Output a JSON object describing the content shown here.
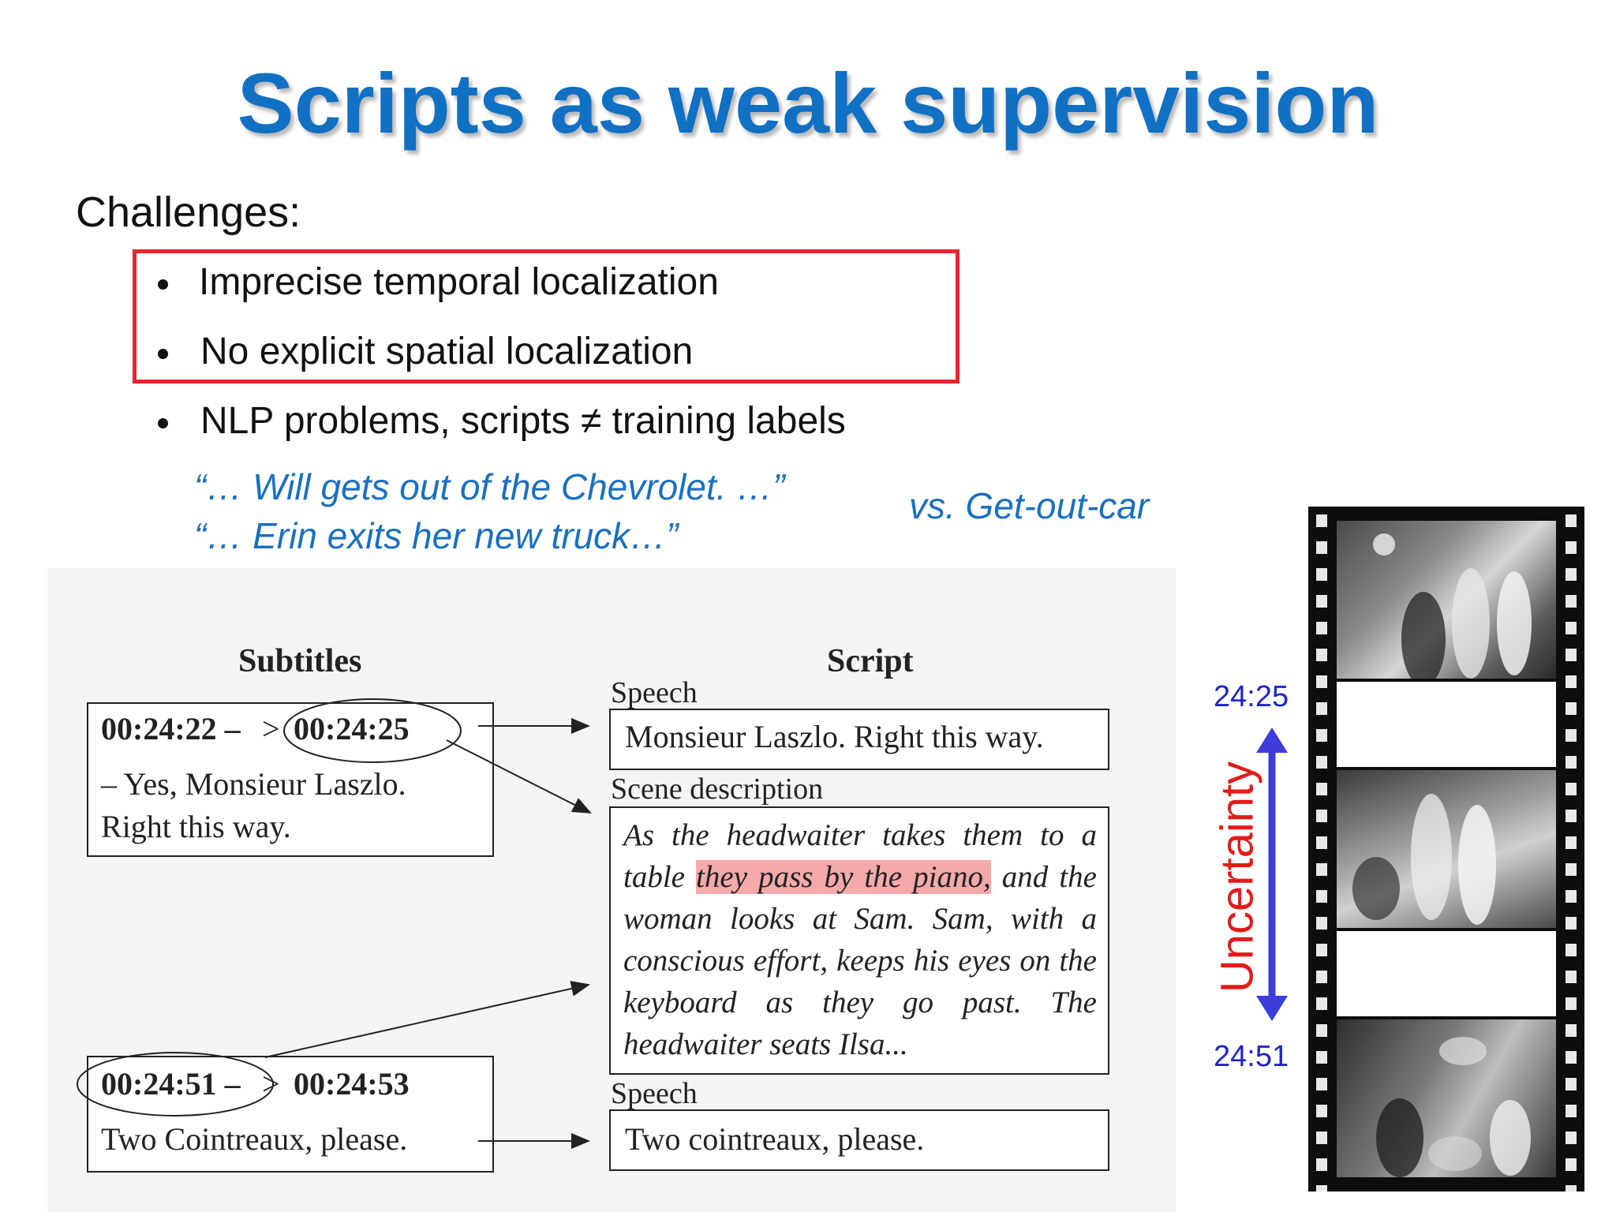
{
  "title": "Scripts as weak supervision",
  "challenges_label": "Challenges:",
  "bullets": [
    "Imprecise temporal localization",
    "No explicit spatial localization",
    "NLP problems, scripts ≠ training labels"
  ],
  "quotes": [
    "“… Will gets out of the Chevrolet. …”",
    "“… Erin exits her new truck…”"
  ],
  "versus": "vs. Get-out-car",
  "figure": {
    "subtitles_header": "Subtitles",
    "script_header": "Script",
    "sub1": {
      "start": "00:24:22 –",
      "arrow_glyph": ">",
      "end": "00:24:25",
      "line1": "–  Yes,  Monsieur  Laszlo.",
      "line2": "Right this way."
    },
    "sub2": {
      "start": "00:24:51 –",
      "arrow_glyph": ">",
      "end": "00:24:53",
      "line1": "Two Cointreaux, please."
    },
    "speech_label_1": "Speech",
    "speech_1": "Monsieur Laszlo. Right this way.",
    "scene_label": "Scene description",
    "scene_pre": "As the headwaiter takes them to a table ",
    "scene_highlight": "they pass by the piano,",
    "scene_post": " and the woman looks at Sam.  Sam, with a conscious effort, keeps his eyes on the keyboard as they go past. The headwaiter seats Ilsa...",
    "speech_label_2": "Speech",
    "speech_2": "Two cointreaux, please."
  },
  "timeline": {
    "top_time": "24:25",
    "bottom_time": "24:51",
    "label": "Uncertainty"
  },
  "colors": {
    "title": "#1070c4",
    "quote": "#1a6fc0",
    "red_box": "#e8262c",
    "uncertainty": "#e21b1b",
    "arrow": "#3d3ddb",
    "highlight": "#f7a9a9"
  }
}
